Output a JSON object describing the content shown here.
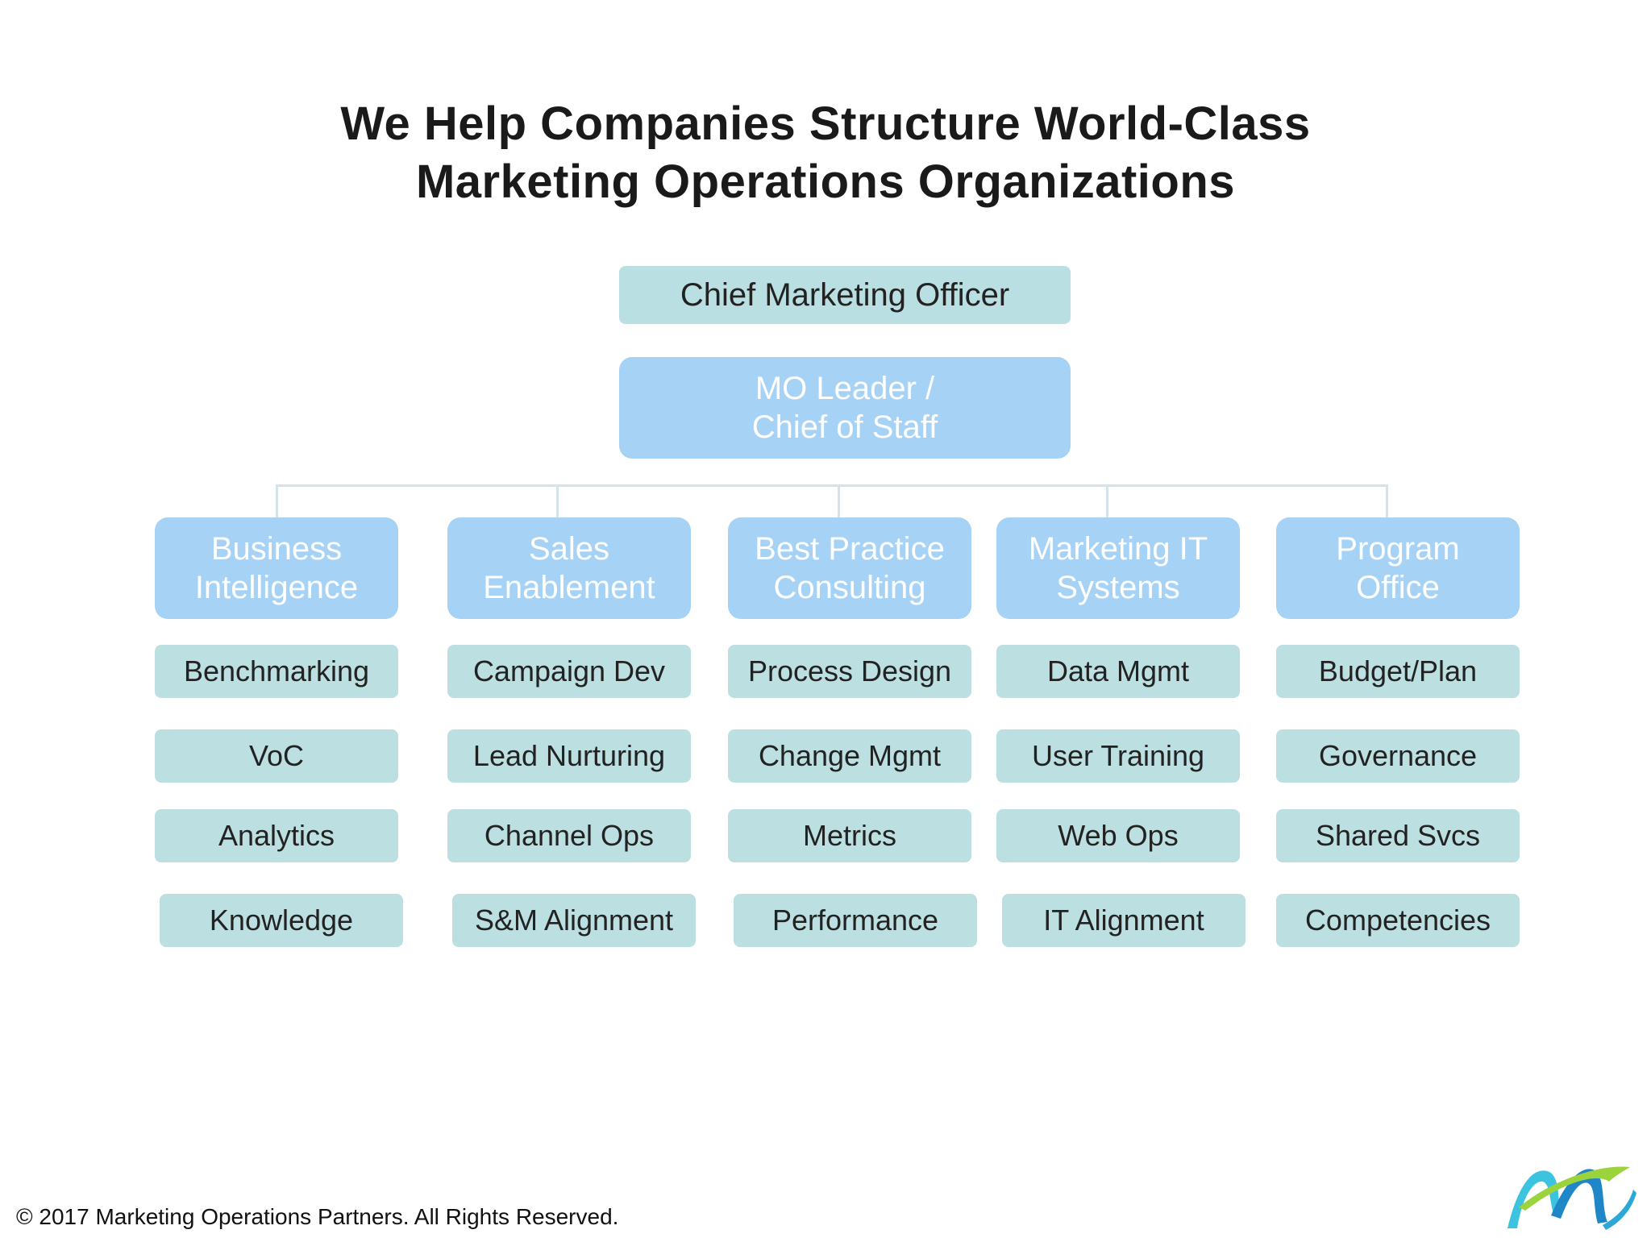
{
  "title": {
    "line1": "We Help Companies Structure World-Class",
    "line2": "Marketing Operations Organizations"
  },
  "cmo": "Chief Marketing Officer",
  "mo_leader": {
    "line1": "MO Leader /",
    "line2": "Chief of Staff"
  },
  "departments": [
    {
      "line1": "Business",
      "line2": "Intelligence",
      "functions": [
        "Benchmarking",
        "VoC",
        "Analytics",
        "Knowledge"
      ]
    },
    {
      "line1": "Sales",
      "line2": "Enablement",
      "functions": [
        "Campaign Dev",
        "Lead Nurturing",
        "Channel Ops",
        "S&M Alignment"
      ]
    },
    {
      "line1": "Best Practice",
      "line2": "Consulting",
      "functions": [
        "Process Design",
        "Change Mgmt",
        "Metrics",
        "Performance"
      ]
    },
    {
      "line1": "Marketing IT",
      "line2": "Systems",
      "functions": [
        "Data Mgmt",
        "User Training",
        "Web Ops",
        "IT Alignment"
      ]
    },
    {
      "line1": "Program",
      "line2": "Office",
      "functions": [
        "Budget/Plan",
        "Governance",
        "Shared Svcs",
        "Competencies"
      ]
    }
  ],
  "footer": "© 2017 Marketing Operations Partners. All Rights Reserved.",
  "colors": {
    "light_teal_box": "#b9dfe3",
    "light_blue_box": "#a6d2f6",
    "connector": "#d5e4ea",
    "logo_blue": "#1f86c8",
    "logo_cyan": "#3cc3df",
    "logo_green": "#9bd33c"
  }
}
